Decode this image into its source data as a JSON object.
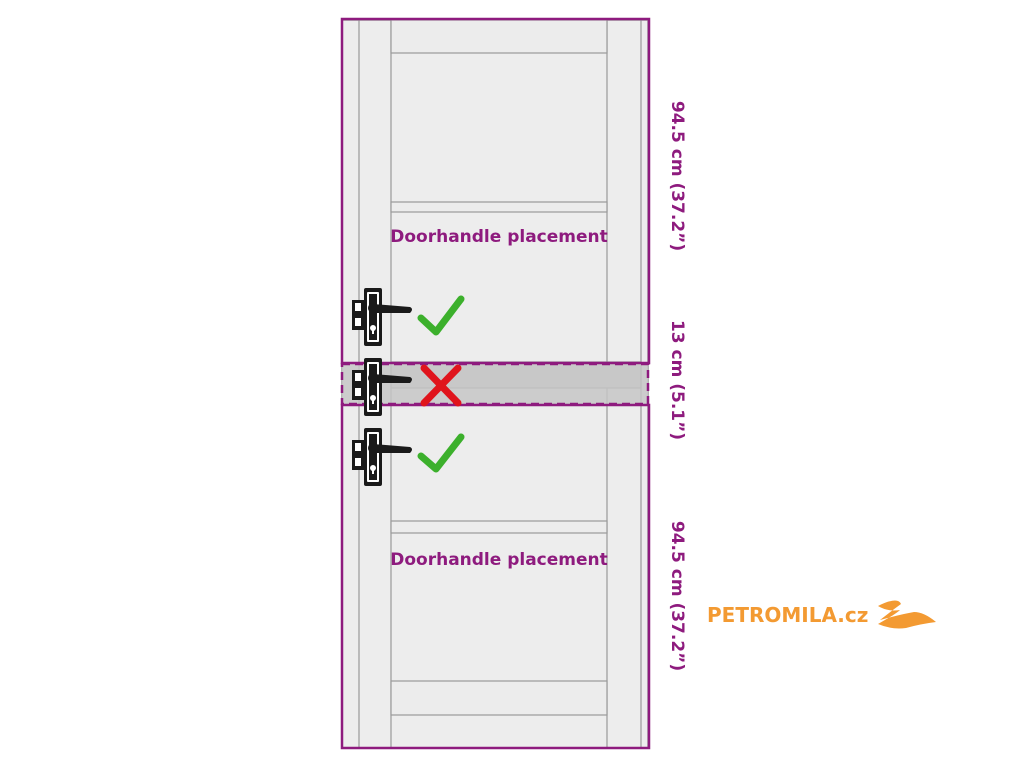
{
  "colors": {
    "accent": "#8e1b7e",
    "door_fill": "#e9e9e9",
    "door_stroke": "#9a9a9a",
    "forbidden_band": "#c6c6c6",
    "check": "#3cb02c",
    "cross": "#e0141c",
    "handle": "#1a1a1a",
    "brand": "#f39a32"
  },
  "zones": {
    "upper_label": "Doorhandle placement",
    "lower_label": "Doorhandle placement"
  },
  "dimensions": {
    "upper": "94.5 cm (37.2”)",
    "middle": "13 cm (5.1”)",
    "lower": "94.5 cm (37.2”)"
  },
  "marks": {
    "top_handle": "check-icon",
    "middle_handle": "cross-icon",
    "bottom_handle": "check-icon"
  },
  "brand": {
    "name": "PETROMILA.cz"
  }
}
